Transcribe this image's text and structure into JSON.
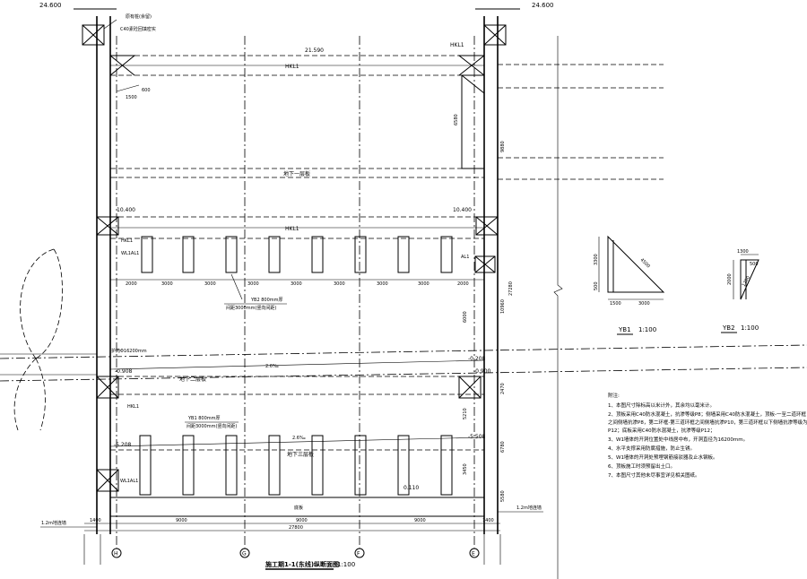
{
  "elevations": {
    "top_left": "24.600",
    "top_right": "24.600",
    "e_21590": "21.590",
    "e_10400_left": "10.400",
    "e_10400_right": "10.400",
    "e_0908": "-0.908",
    "e_0200": "-0.208",
    "e_0900": "-0.900",
    "e_5208": "-5.208",
    "e_5508": "-5.508",
    "e_0110": "0.110"
  },
  "labels": {
    "top_annot1": "原有桩(余留)",
    "top_annot2": "C40素砼回填密实",
    "hkl1_top_right": "HKL1",
    "hkl1_top_mid": "HKL1",
    "dim_1500": "1500",
    "dim_600": "600",
    "dim_6580": "6580",
    "dim_9880": "9880",
    "floor1": "地下一层板",
    "hkl1_mid": "HKL1",
    "hkl1_left": "HKL1",
    "wl1al1_upper": "WL1AL1",
    "al1_right": "AL1",
    "yb2_note1": "YB2 800mm厚",
    "yb2_note2": "间距3000mm(竖向间距)",
    "dim_6000_v": "6000",
    "dim_10960": "10960",
    "dim_27280": "27280",
    "pile_note": "护筒Φ16200mm",
    "slope_upper": "2.6‰",
    "floor2": "地下二层板",
    "hkl1_lower": "HKL1",
    "yb1_note1": "YB1 800mm厚",
    "yb1_note2": "间距3000mm(竖向间距)",
    "slope_lower": "2.6‰",
    "floor3": "地下三层板",
    "wl1al1_lower": "WL1AL1",
    "dim_5210": "5210",
    "dim_3450": "3450",
    "dim_2470": "2470",
    "dim_6780": "6780",
    "dim_5580": "5580",
    "bottom_slab": "底板",
    "wall_thk_left": "1.2m地连墙",
    "wall_thk_right": "1.2m地连墙",
    "dim_total": "27800",
    "axis_h": "H",
    "axis_g": "G",
    "axis_f": "F",
    "axis_e": "E",
    "title": "施工期1-1(东线)纵断面图",
    "title_scale": "1:100",
    "yb1_title": "YB1",
    "yb1_scale": "1:100",
    "yb2_title": "YB2",
    "yb2_scale": "1:100",
    "yb1_dim_3300": "3300",
    "yb1_dim_500": "500",
    "yb1_dim_1500": "1500",
    "yb1_dim_3000": "3000",
    "yb1_dim_4500": "4500",
    "yb2_dim_1300": "1300",
    "yb2_dim_2000": "2000",
    "yb2_dim_500": "500",
    "yb2_dim_1200": "1200"
  },
  "dims_upper": [
    "2000",
    "3000",
    "3000",
    "3000",
    "3000",
    "3000",
    "3000",
    "3000",
    "2000"
  ],
  "dims_lower": [
    "1400",
    "9000",
    "9000",
    "9000",
    "1400"
  ],
  "notes": {
    "heading": "附注:",
    "items": [
      "1、本图尺寸除标高以米计外，其余均以毫米计。",
      "2、顶板采用C40防水混凝土，抗渗等级P8；侧墙采用C40防水混凝土，顶板-一至二道环框",
      "   之间侧墙抗渗P8，第二环框-第三道环框之间侧墙抗渗P10，第三道环框以下侧墙抗渗等级为",
      "   P12；底板采用C40防水混凝土，抗渗等级P12；",
      "3、W1墙体的开洞位置处中线居中布，开洞直径为16200mm。",
      "4、水平支撑采用防腐措施，防止生锈。",
      "5、W1墙体的开洞处预埋钢筋接驳器及止水钢板。",
      "6、顶板施工时须预留出土口。",
      "7、本图尺寸其他未尽事宜详见相关图纸。"
    ]
  }
}
